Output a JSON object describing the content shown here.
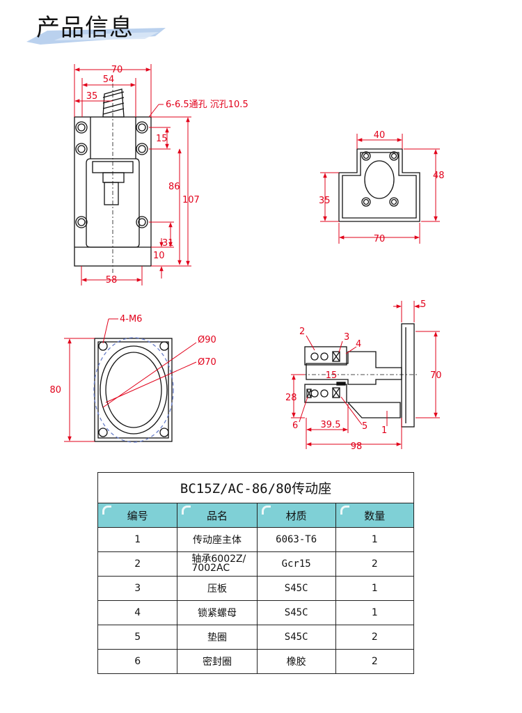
{
  "header": {
    "title": "产品信息"
  },
  "drawings": {
    "top_view": {
      "dims": [
        "70",
        "54",
        "35",
        "6-6.5通孔 沉孔10.5",
        "15",
        "86",
        "107",
        "31",
        "10",
        "58"
      ]
    },
    "side_view": {
      "dims": [
        "40",
        "48",
        "35",
        "70"
      ]
    },
    "flange_view": {
      "dims": [
        "4-M6",
        "Ø90",
        "Ø70",
        "80"
      ]
    },
    "section_view": {
      "dims": [
        "5",
        "70",
        "15",
        "28",
        "39.5",
        "98"
      ],
      "callouts": [
        "1",
        "2",
        "3",
        "4",
        "5",
        "6"
      ]
    }
  },
  "table": {
    "caption": "BC15Z/AC-86/80传动座",
    "headers": [
      "编号",
      "品名",
      "材质",
      "数量"
    ],
    "rows": [
      {
        "no": "1",
        "name": "传动座主体",
        "material": "6063-T6",
        "qty": "1"
      },
      {
        "no": "2",
        "name": "轴承6002Z/\n7002AC",
        "material": "Gcr15",
        "qty": "2"
      },
      {
        "no": "3",
        "name": "压板",
        "material": "S45C",
        "qty": "1"
      },
      {
        "no": "4",
        "name": "锁紧螺母",
        "material": "S45C",
        "qty": "1"
      },
      {
        "no": "5",
        "name": "垫圈",
        "material": "S45C",
        "qty": "2"
      },
      {
        "no": "6",
        "name": "密封圈",
        "material": "橡胶",
        "qty": "2"
      }
    ]
  },
  "colors": {
    "dimension": "#e1001a",
    "header_fill": "#7fd0d6",
    "title_stroke": "#a9c6ea"
  }
}
